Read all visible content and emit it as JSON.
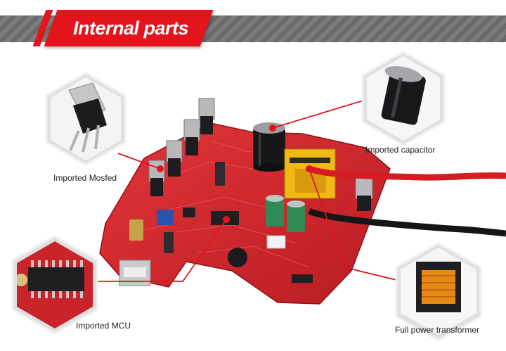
{
  "header": {
    "title": "Internal parts"
  },
  "callouts": {
    "mosfet": {
      "label": "Imported Mosfed",
      "icon": "mosfet-icon"
    },
    "capacitor": {
      "label": "Imported capacitor",
      "icon": "capacitor-icon"
    },
    "mcu": {
      "label": "Imported MCU",
      "icon": "mcu-chip-icon"
    },
    "transformer": {
      "label": "Full power transformer",
      "icon": "transformer-icon"
    }
  },
  "colors": {
    "accent": "#e3141b",
    "board": "#d8262c",
    "banner_stripes": "#707070"
  }
}
